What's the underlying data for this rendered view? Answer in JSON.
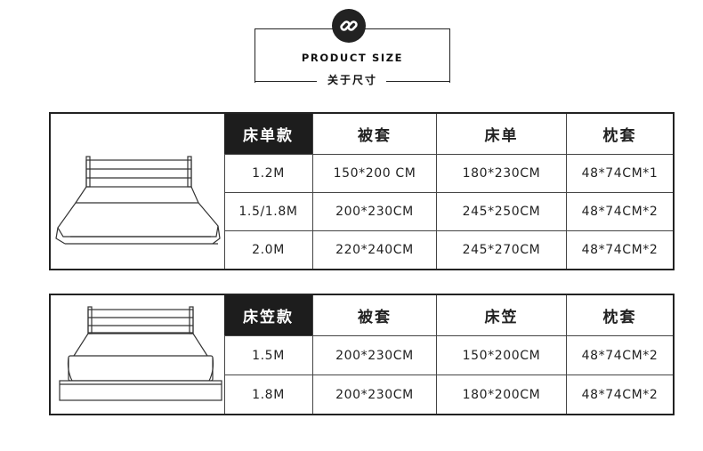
{
  "header": {
    "title": "PRODUCT SIZE",
    "subtitle": "关于尺寸",
    "icon": "link-icon"
  },
  "table1": {
    "columns": [
      "床单款",
      "被套",
      "床单",
      "枕套"
    ],
    "rows": [
      [
        "1.2M",
        "150*200 CM",
        "180*230CM",
        "48*74CM*1"
      ],
      [
        "1.5/1.8M",
        "200*230CM",
        "245*250CM",
        "48*74CM*2"
      ],
      [
        "2.0M",
        "220*240CM",
        "245*270CM",
        "48*74CM*2"
      ]
    ]
  },
  "table2": {
    "columns": [
      "床笠款",
      "被套",
      "床笠",
      "枕套"
    ],
    "rows": [
      [
        "1.5M",
        "200*230CM",
        "150*200CM",
        "48*74CM*2"
      ],
      [
        "1.8M",
        "200*230CM",
        "180*200CM",
        "48*74CM*2"
      ]
    ]
  }
}
